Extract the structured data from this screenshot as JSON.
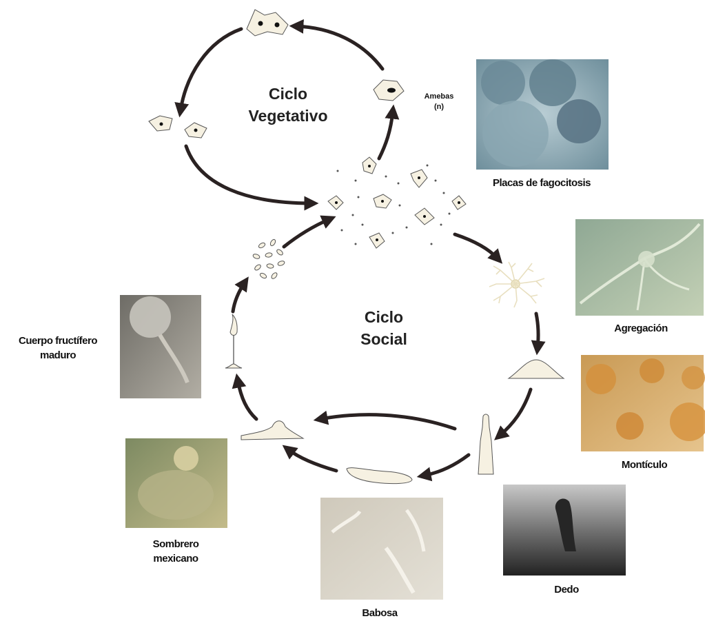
{
  "cycles": {
    "vegetative": {
      "line1": "Ciclo",
      "line2": "Vegetativo"
    },
    "social": {
      "line1": "Ciclo",
      "line2": "Social"
    }
  },
  "labels": {
    "amebas_line1": "Amebas",
    "amebas_line2": "(n)",
    "placas": "Placas de fagocitosis",
    "agregacion": "Agregación",
    "monticulo": "Montículo",
    "dedo": "Dedo",
    "babosa": "Babosa",
    "sombrero_line1": "Sombrero",
    "sombrero_line2": "mexicano",
    "cuerpo_line1": "Cuerpo fructífero",
    "cuerpo_line2": "maduro"
  },
  "colors": {
    "arrow": "#2a2222",
    "cell_fill": "#f6f1e2",
    "photo_placas": "#7a9aa8",
    "photo_agregacion": "#a8bda4",
    "photo_monticulo": "#d8b070",
    "photo_dedo": "#4a4a4a",
    "photo_babosa": "#d6d2c6",
    "photo_sombrero": "#a8a878",
    "photo_cuerpo": "#8a8880"
  }
}
